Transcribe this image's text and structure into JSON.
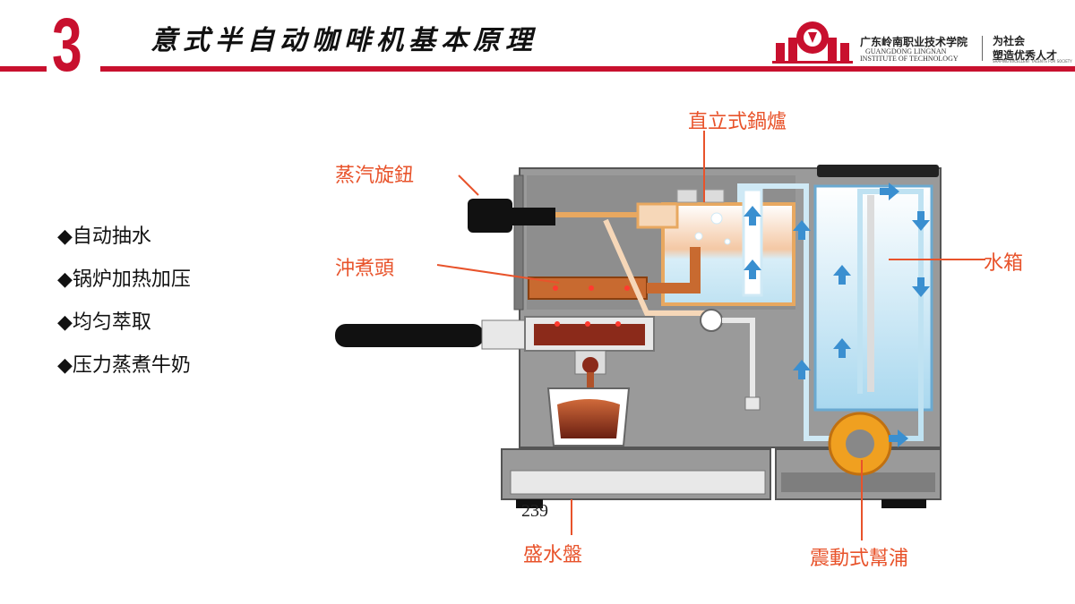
{
  "header": {
    "section_number": "3",
    "title": "意式半自动咖啡机基本原理",
    "college_name_cn": "广东岭南职业技术学院",
    "college_name_en_1": "GUANGDONG LINGNAN",
    "college_name_en_2": "INSTITUTE OF TECHNOLOGY",
    "slogan_line1": "为社会",
    "slogan_line2": "塑造优秀人才",
    "slogan_small": "SHAPING EXCELLENT TALENTS FOR SOCIETY"
  },
  "bullets": [
    {
      "marker": "◆",
      "text": "自动抽水"
    },
    {
      "marker": "◆",
      "text": "锅炉加热加压"
    },
    {
      "marker": "◆",
      "text": "均匀萃取"
    },
    {
      "marker": "◆",
      "text": "压力蒸煮牛奶"
    }
  ],
  "diagram": {
    "labels": {
      "boiler": "直立式鍋爐",
      "steam_knob": "蒸汽旋鈕",
      "brew_head": "沖煮頭",
      "water_tank": "水箱",
      "drip_tray": "盛水盤",
      "pump": "震動式幫浦"
    },
    "colors": {
      "frame": "#9a9a9a",
      "pipe": "#e8a860",
      "water": "#cfe9f5",
      "coffee": "#8b2a1a",
      "arrow": "#3a8fd0",
      "label": "#e8532b"
    }
  },
  "page_number": "239"
}
